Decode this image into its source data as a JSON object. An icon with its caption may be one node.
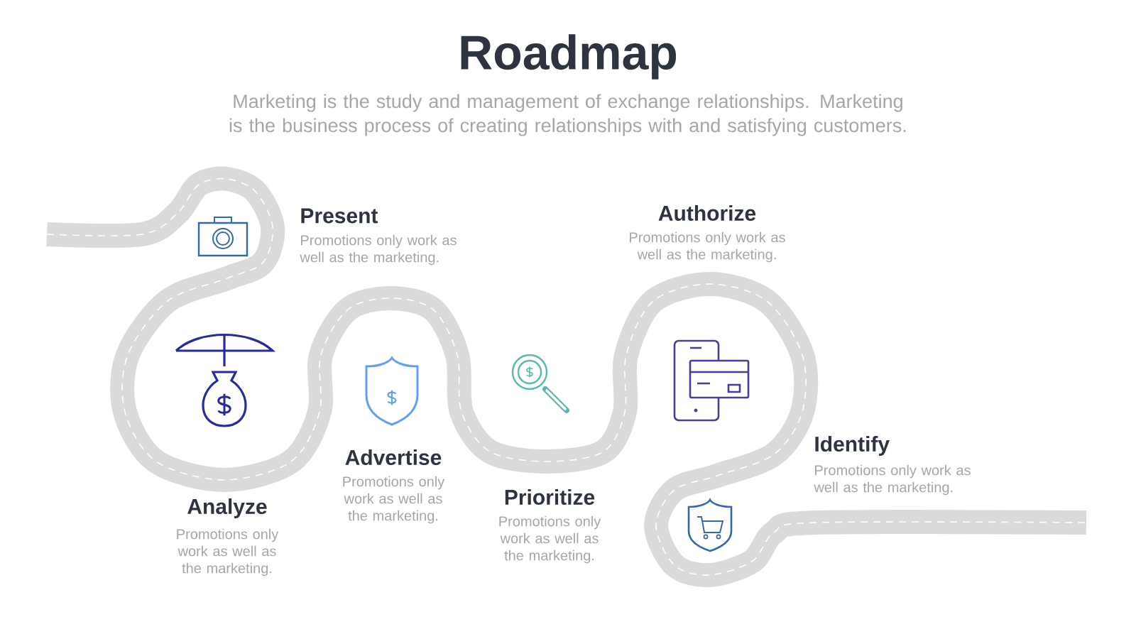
{
  "diagram": {
    "title": "Roadmap",
    "labels": [
      "Marketing is the study and management of exchange relationships. Marketing is the business process of creating relationships with and satisfying customers.",
      "Present",
      "Promotions only work as well as the marketing.",
      "Authorize",
      "Promotions only work as well as the marketing.",
      "Identify",
      "Promotions only work as well as the marketing.",
      "Advertise",
      "Promotions only work as well as the marketing.",
      "Prioritize",
      "Promotions only work as well as the marketing.",
      "Analyze",
      "Promotions only work as well as the marketing."
    ]
  }
}
